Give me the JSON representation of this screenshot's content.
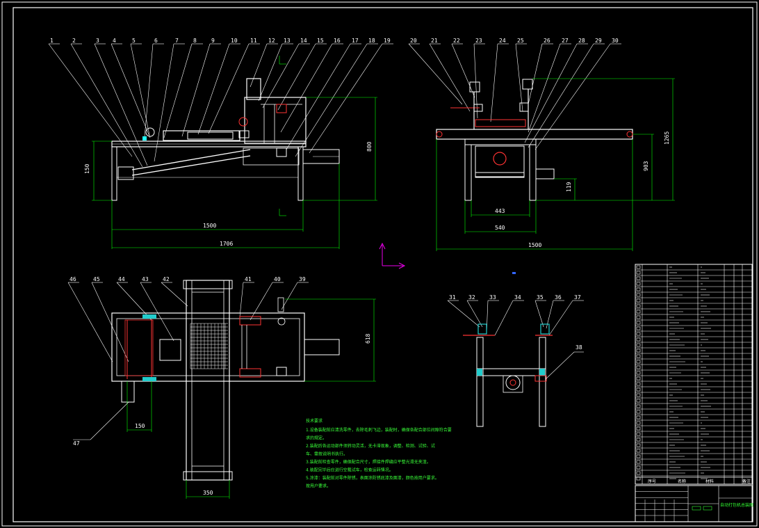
{
  "drawing": {
    "front_view": {
      "callouts": [
        "1",
        "2",
        "3",
        "4",
        "5",
        "6",
        "7",
        "8",
        "9",
        "10",
        "11",
        "12",
        "13",
        "14",
        "15",
        "16",
        "17",
        "18",
        "19"
      ],
      "dims": {
        "height_right": "800",
        "height_left": "150",
        "width_inner": "1500",
        "width_total": "1706"
      }
    },
    "side_view": {
      "callouts": [
        "20",
        "21",
        "22",
        "23",
        "24",
        "25",
        "26",
        "27",
        "28",
        "29",
        "30"
      ],
      "dims": {
        "height_total": "1265",
        "height_mid": "903",
        "height_low": "119",
        "width_inner": "443",
        "width_mid": "540",
        "width_total": "1500"
      }
    },
    "top_view": {
      "callouts": [
        "46",
        "45",
        "44",
        "43",
        "42",
        "41",
        "40",
        "39"
      ],
      "callout_bottom": "47",
      "dims": {
        "height": "618",
        "width_small": "150",
        "width_bottom": "350"
      }
    },
    "detail_view": {
      "callouts": [
        "31",
        "32",
        "33",
        "34",
        "35",
        "36",
        "37"
      ],
      "callout_side": "38"
    },
    "notes": {
      "title": "技术要求",
      "lines": [
        "1.设备装配前应清洗零件，去除毛刺飞边，装配时，确保各配合部位间隙符合要",
        "求的规定。",
        "2.装配后各运动部件须转动灵活，无卡滞现象，调整、检测、试验、试",
        "车、需按说明书执行。",
        "3.装配前检查零件，确保配合尺寸，焊接件焊缝应平整光滑无夹渣。",
        "4.装配完毕后应进行空载试车，检查运转情况。",
        "5.涂漆：装配前对零件除锈，表面涂防锈底漆及面漆，颜色按用户要求。",
        "按用户要求。"
      ]
    },
    "title_block": {
      "header": [
        "序号",
        "名称",
        "材料",
        "备注"
      ],
      "drawing_title": "自动打包机总装图"
    }
  }
}
